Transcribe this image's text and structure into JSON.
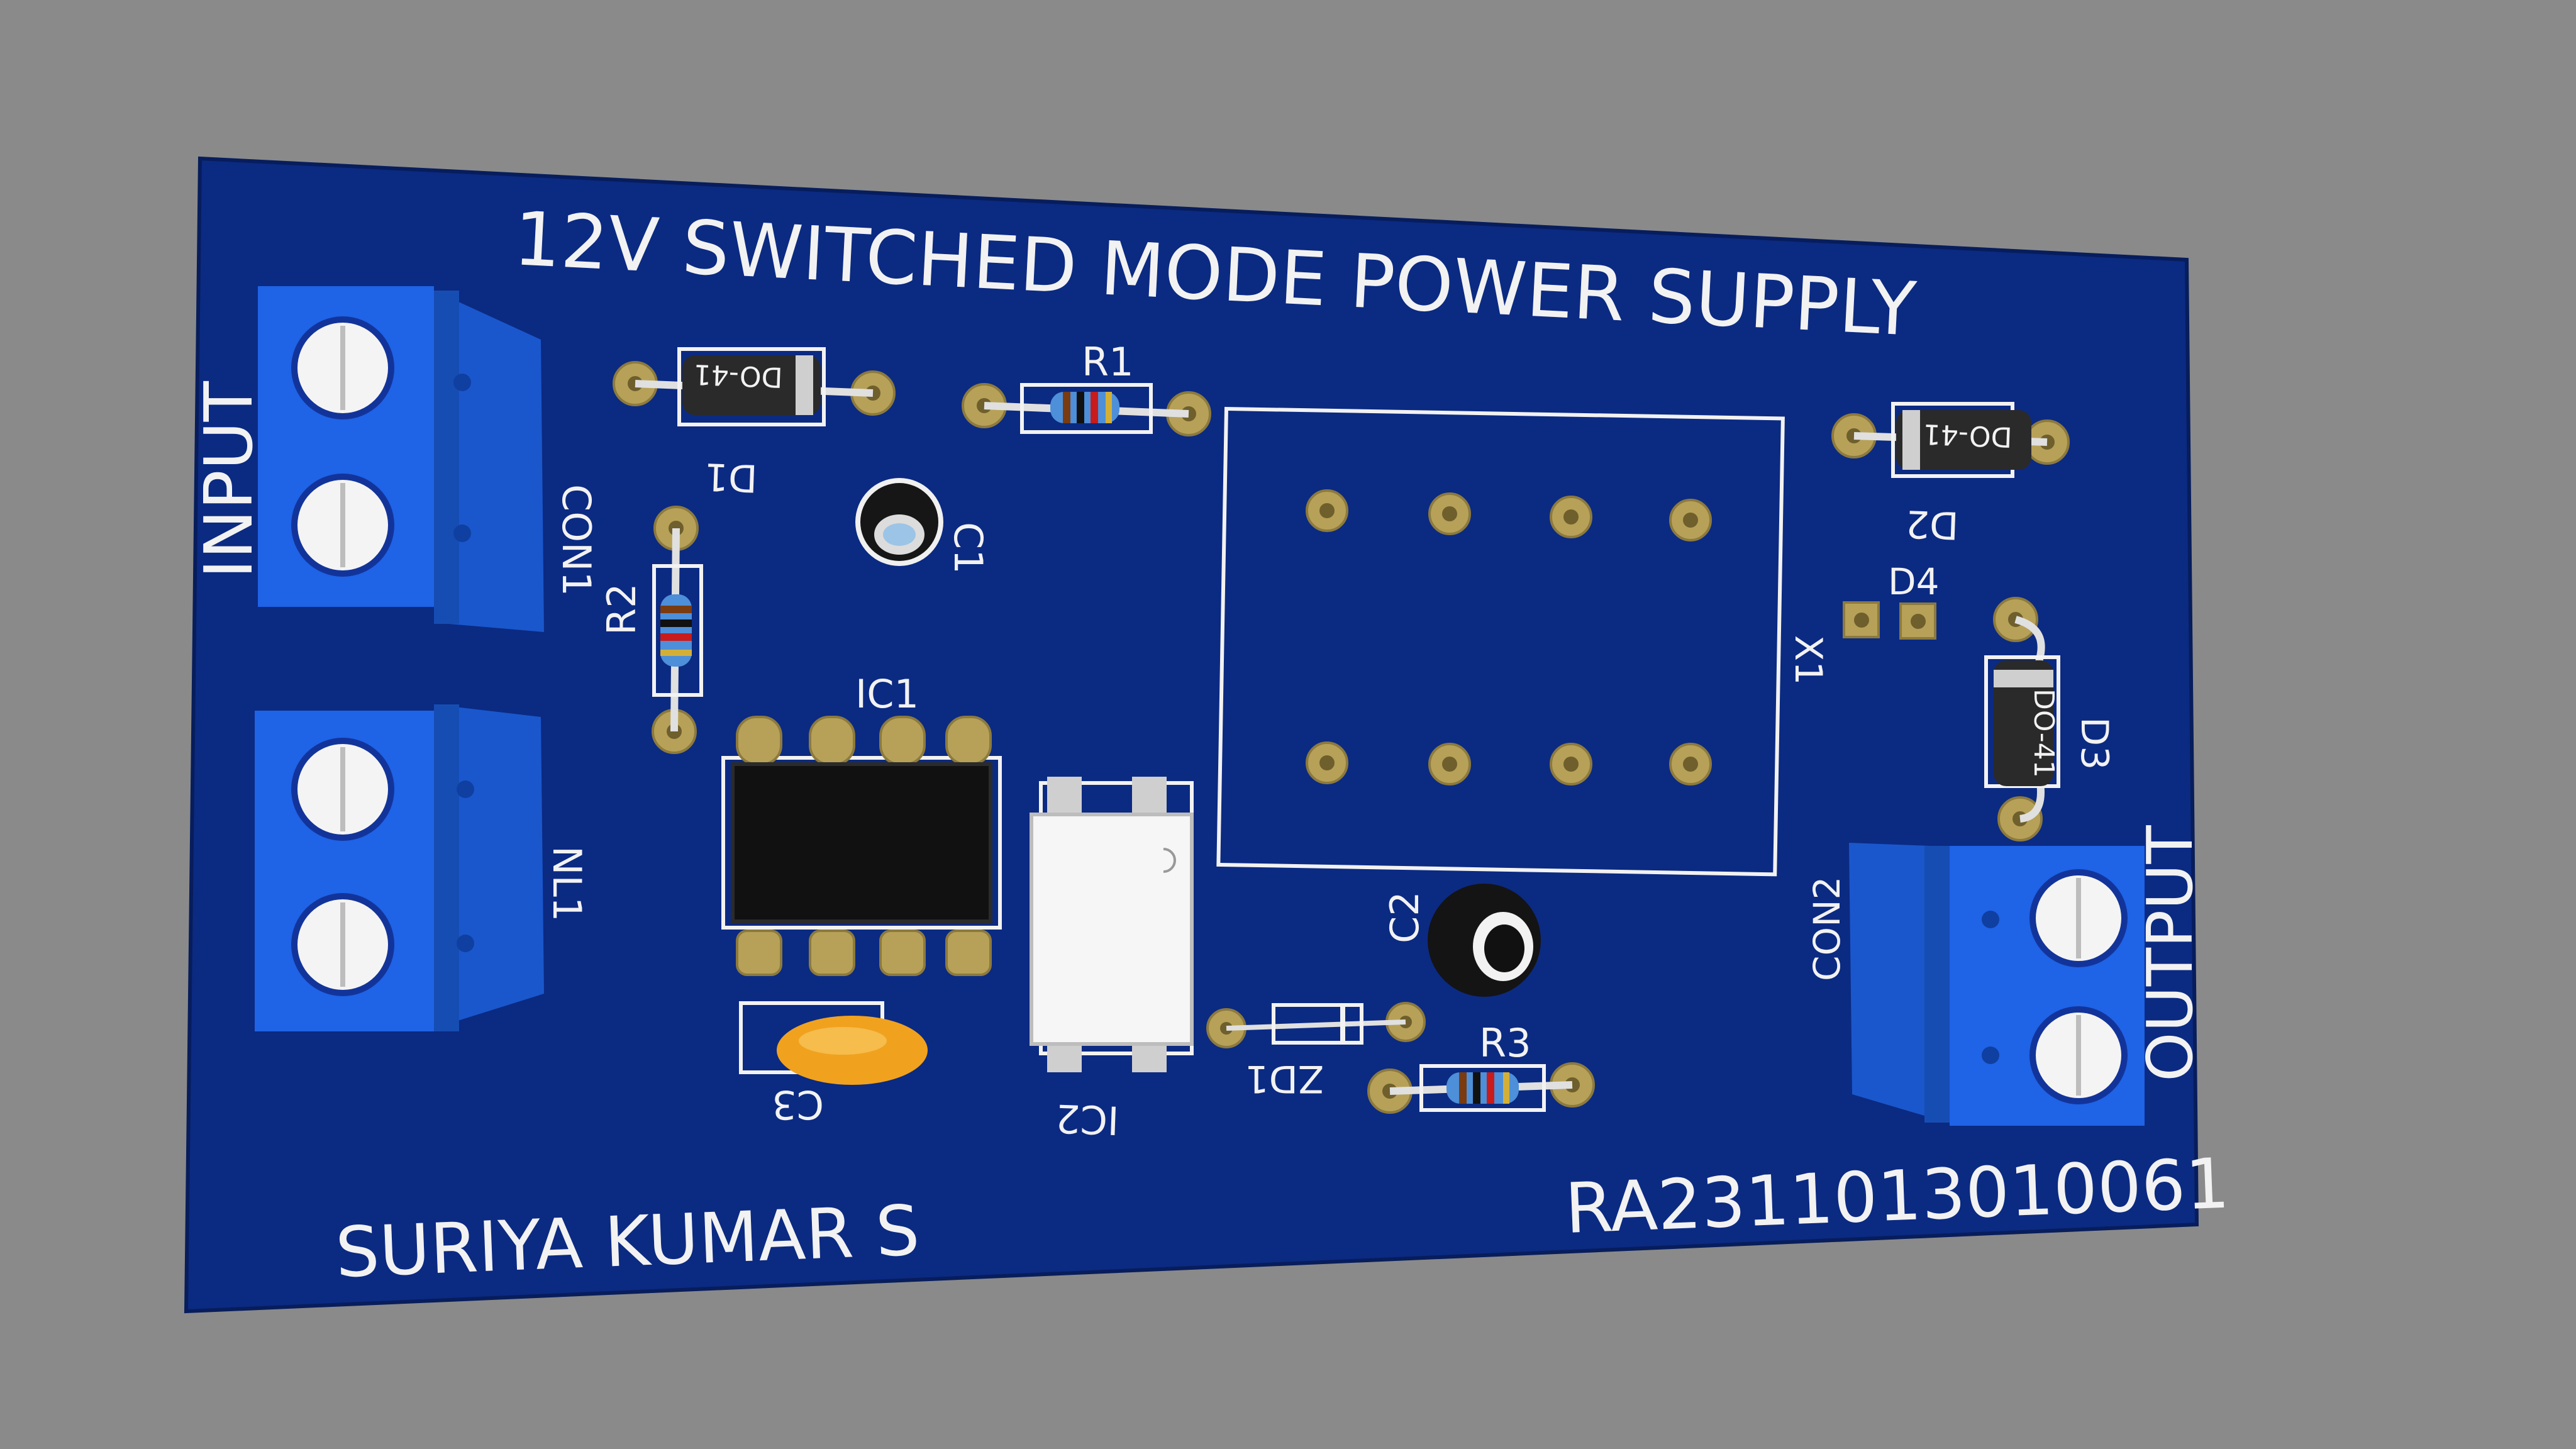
{
  "board": {
    "title": "12V SWITCHED MODE POWER SUPPLY",
    "author": "SURIYA KUMAR S",
    "reg_no": "RA2311013010061",
    "colors": {
      "pcb": "#0b2a82",
      "pcb_edge": "#09226a",
      "background": "#8a8a8a",
      "terminal": "#1f63e6",
      "silkscreen": "#f2f2f2",
      "pad": "#b7a158"
    }
  },
  "connectors": {
    "input_label": "INPUT",
    "output_label": "OUTPUT",
    "con1": "CON1",
    "con2": "CON2",
    "nl1": "NL1"
  },
  "components": {
    "d1": "D1",
    "d2": "D2",
    "d3": "D3",
    "d4": "D4",
    "r1": "R1",
    "r2": "R2",
    "r3": "R3",
    "c1": "C1",
    "c2": "C2",
    "c3": "C3",
    "ic1": "IC1",
    "ic2": "IC2",
    "x1": "X1",
    "zd1": "ZD1",
    "diode_pkg": "DO-41"
  }
}
